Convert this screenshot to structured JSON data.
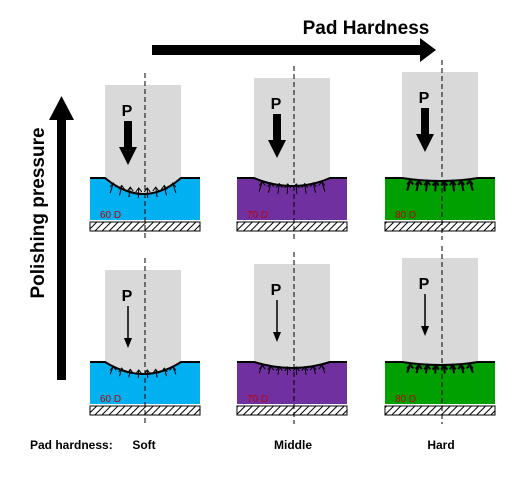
{
  "title_right": "Pad Hardness",
  "title_left": "Polishing pressure",
  "force_label": "P",
  "hardness_prefix": "Pad hardness:",
  "columns": [
    {
      "name": "Soft",
      "hardness": "60 D",
      "color": "#00b0f0"
    },
    {
      "name": "Middle",
      "hardness": "70 D",
      "color": "#7030a0"
    },
    {
      "name": "Hard",
      "hardness": "80 D",
      "color": "#00a000"
    }
  ],
  "rows": [
    {
      "pressure": "high"
    },
    {
      "pressure": "low"
    }
  ],
  "colors": {
    "wafer": "#d9d9d9",
    "arrow": "#000000",
    "hardness_text": "#c00000",
    "stripe": "#000000"
  }
}
